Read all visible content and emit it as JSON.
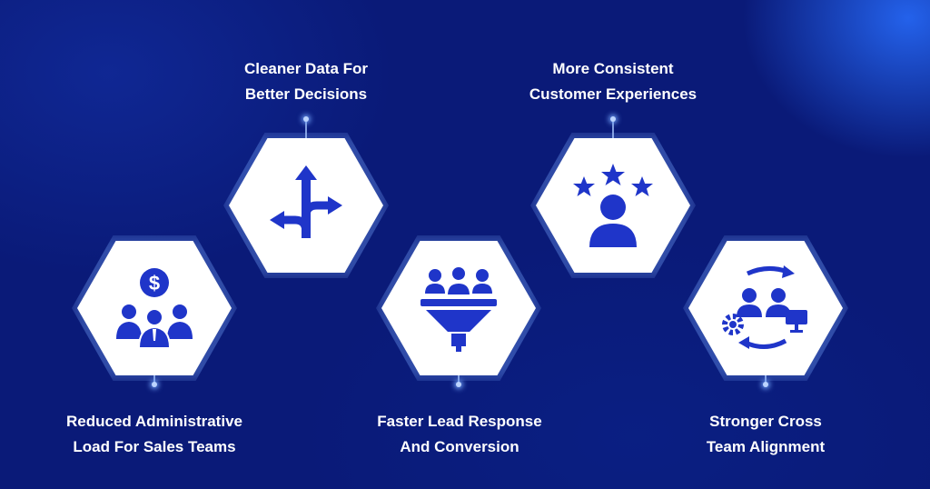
{
  "benefits": [
    {
      "line1": "Reduced Administrative",
      "line2": "Load For Sales Teams",
      "icon": "sales-team-dollar-icon"
    },
    {
      "line1": "Cleaner Data For",
      "line2": "Better Decisions",
      "icon": "split-arrows-icon"
    },
    {
      "line1": "Faster Lead Response",
      "line2": "And Conversion",
      "icon": "lead-funnel-icon"
    },
    {
      "line1": "More Consistent",
      "line2": "Customer Experiences",
      "icon": "customer-stars-icon"
    },
    {
      "line1": "Stronger Cross",
      "line2": "Team Alignment",
      "icon": "team-sync-icon"
    }
  ],
  "colors": {
    "background": "#0a1a78",
    "icon": "#1f35c9",
    "hex_fill": "#ffffff",
    "text": "#ffffff"
  }
}
